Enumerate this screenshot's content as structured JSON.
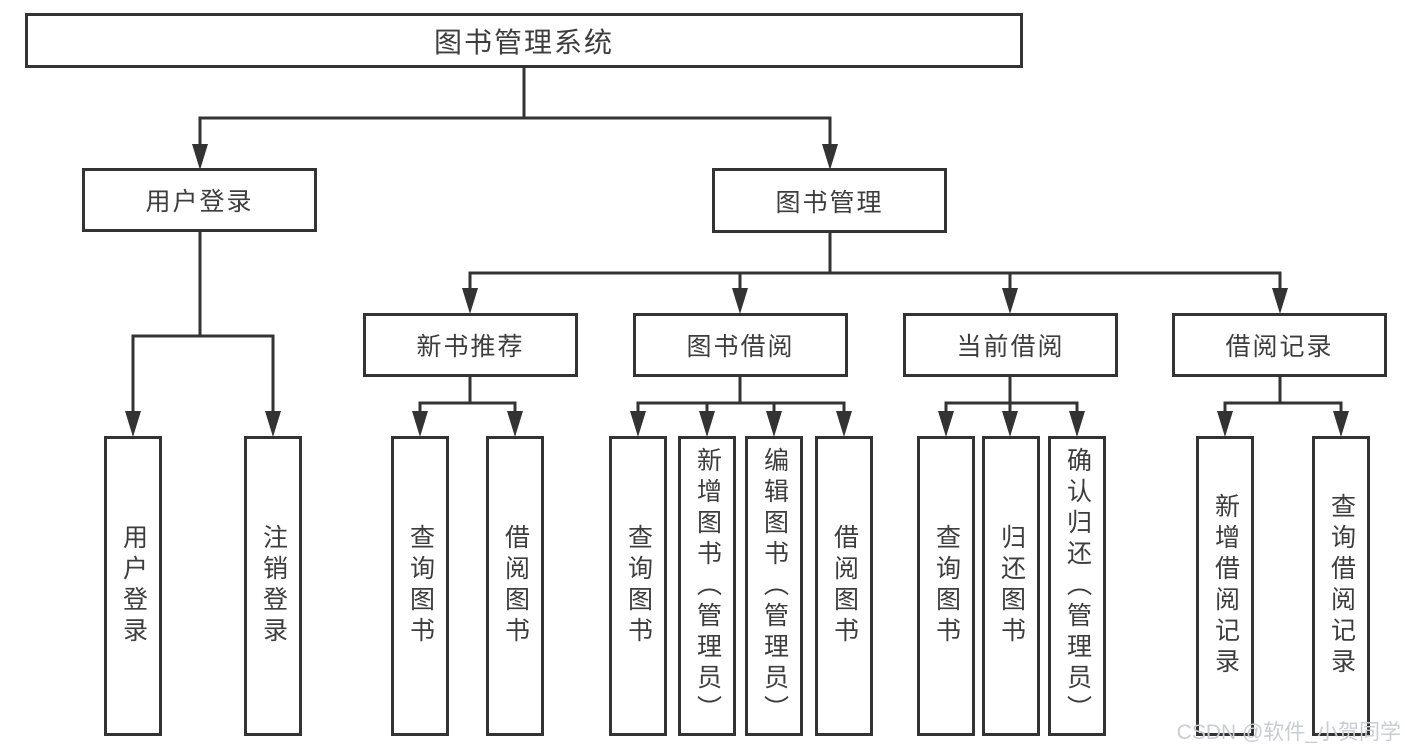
{
  "colors": {
    "line": "#333333",
    "text": "#3d3d3d",
    "watermark": "#c9ccd1",
    "background": "#ffffff"
  },
  "diagram": {
    "root": {
      "label": "图书管理系统"
    },
    "branches": [
      {
        "label": "用户登录",
        "children": [
          {
            "label": "用户登录"
          },
          {
            "label": "注销登录"
          }
        ]
      },
      {
        "label": "图书管理",
        "children": [
          {
            "label": "新书推荐",
            "children": [
              {
                "label": "查询图书"
              },
              {
                "label": "借阅图书"
              }
            ]
          },
          {
            "label": "图书借阅",
            "children": [
              {
                "label": "查询图书"
              },
              {
                "label": "新增图书（管理员）"
              },
              {
                "label": "编辑图书（管理员）"
              },
              {
                "label": "借阅图书"
              }
            ]
          },
          {
            "label": "当前借阅",
            "children": [
              {
                "label": "查询图书"
              },
              {
                "label": "归还图书"
              },
              {
                "label": "确认归还（管理员）"
              }
            ]
          },
          {
            "label": "借阅记录",
            "children": [
              {
                "label": "新增借阅记录"
              },
              {
                "label": "查询借阅记录"
              }
            ]
          }
        ]
      }
    ]
  },
  "watermark": {
    "text": "CSDN @软件_小贺同学"
  }
}
